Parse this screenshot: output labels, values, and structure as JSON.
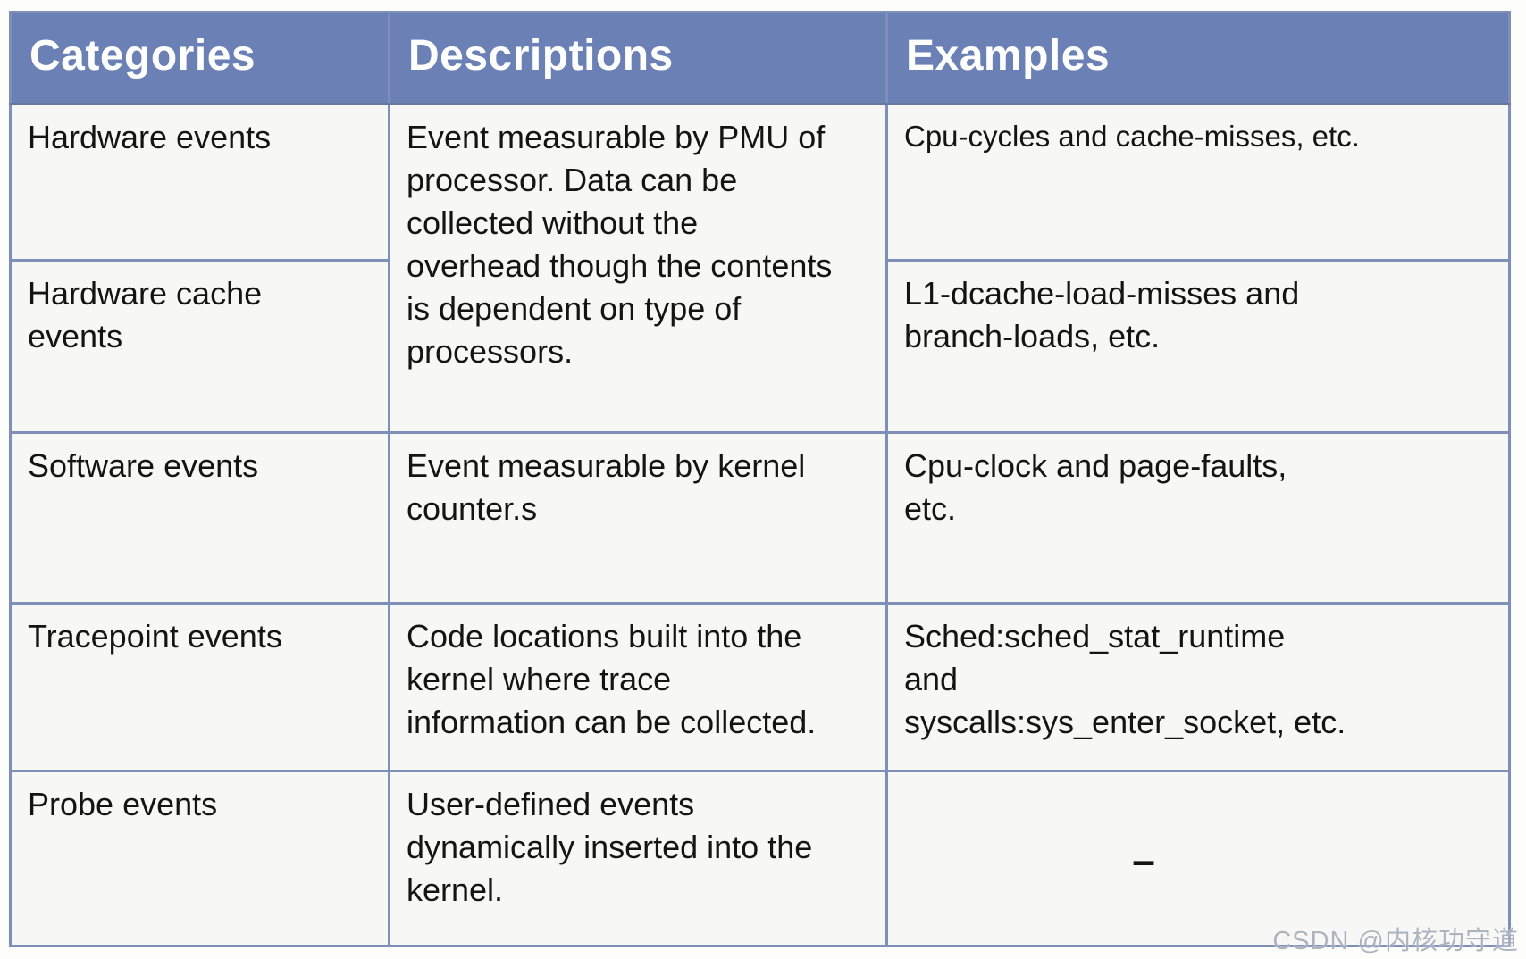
{
  "colors": {
    "header_bg": "#6b80b4",
    "header_text": "#ffffff",
    "border": "#7e90ba",
    "cell_bg": "#f7f7f5",
    "body_text": "#141414",
    "watermark_text": "#a7acba"
  },
  "table": {
    "columns": [
      "Categories",
      "Descriptions",
      "Examples"
    ],
    "rows": [
      {
        "category": "Hardware events",
        "description": [
          "Event measurable by PMU of",
          "processor. Data can be",
          "collected without the",
          "overhead though the contents",
          "is dependent on type of",
          "processors."
        ],
        "example": "Cpu-cycles and cache-misses, etc."
      },
      {
        "category": [
          "Hardware cache",
          "events"
        ],
        "example": [
          "L1-dcache-load-misses and",
          "branch-loads, etc."
        ]
      },
      {
        "category": "Software events",
        "description": [
          "Event measurable by kernel",
          "counter.s"
        ],
        "example": [
          "Cpu-clock and page-faults,",
          "etc."
        ]
      },
      {
        "category": "Tracepoint events",
        "description": [
          "Code locations built into the",
          "kernel where trace",
          "information can be collected."
        ],
        "example": [
          "Sched:sched_stat_runtime",
          "and",
          "syscalls:sys_enter_socket, etc."
        ]
      },
      {
        "category": "Probe events",
        "description": [
          "User-defined events",
          "dynamically inserted into the",
          "kernel."
        ],
        "example": "–"
      }
    ]
  },
  "watermark": "CSDN @内核功守道"
}
